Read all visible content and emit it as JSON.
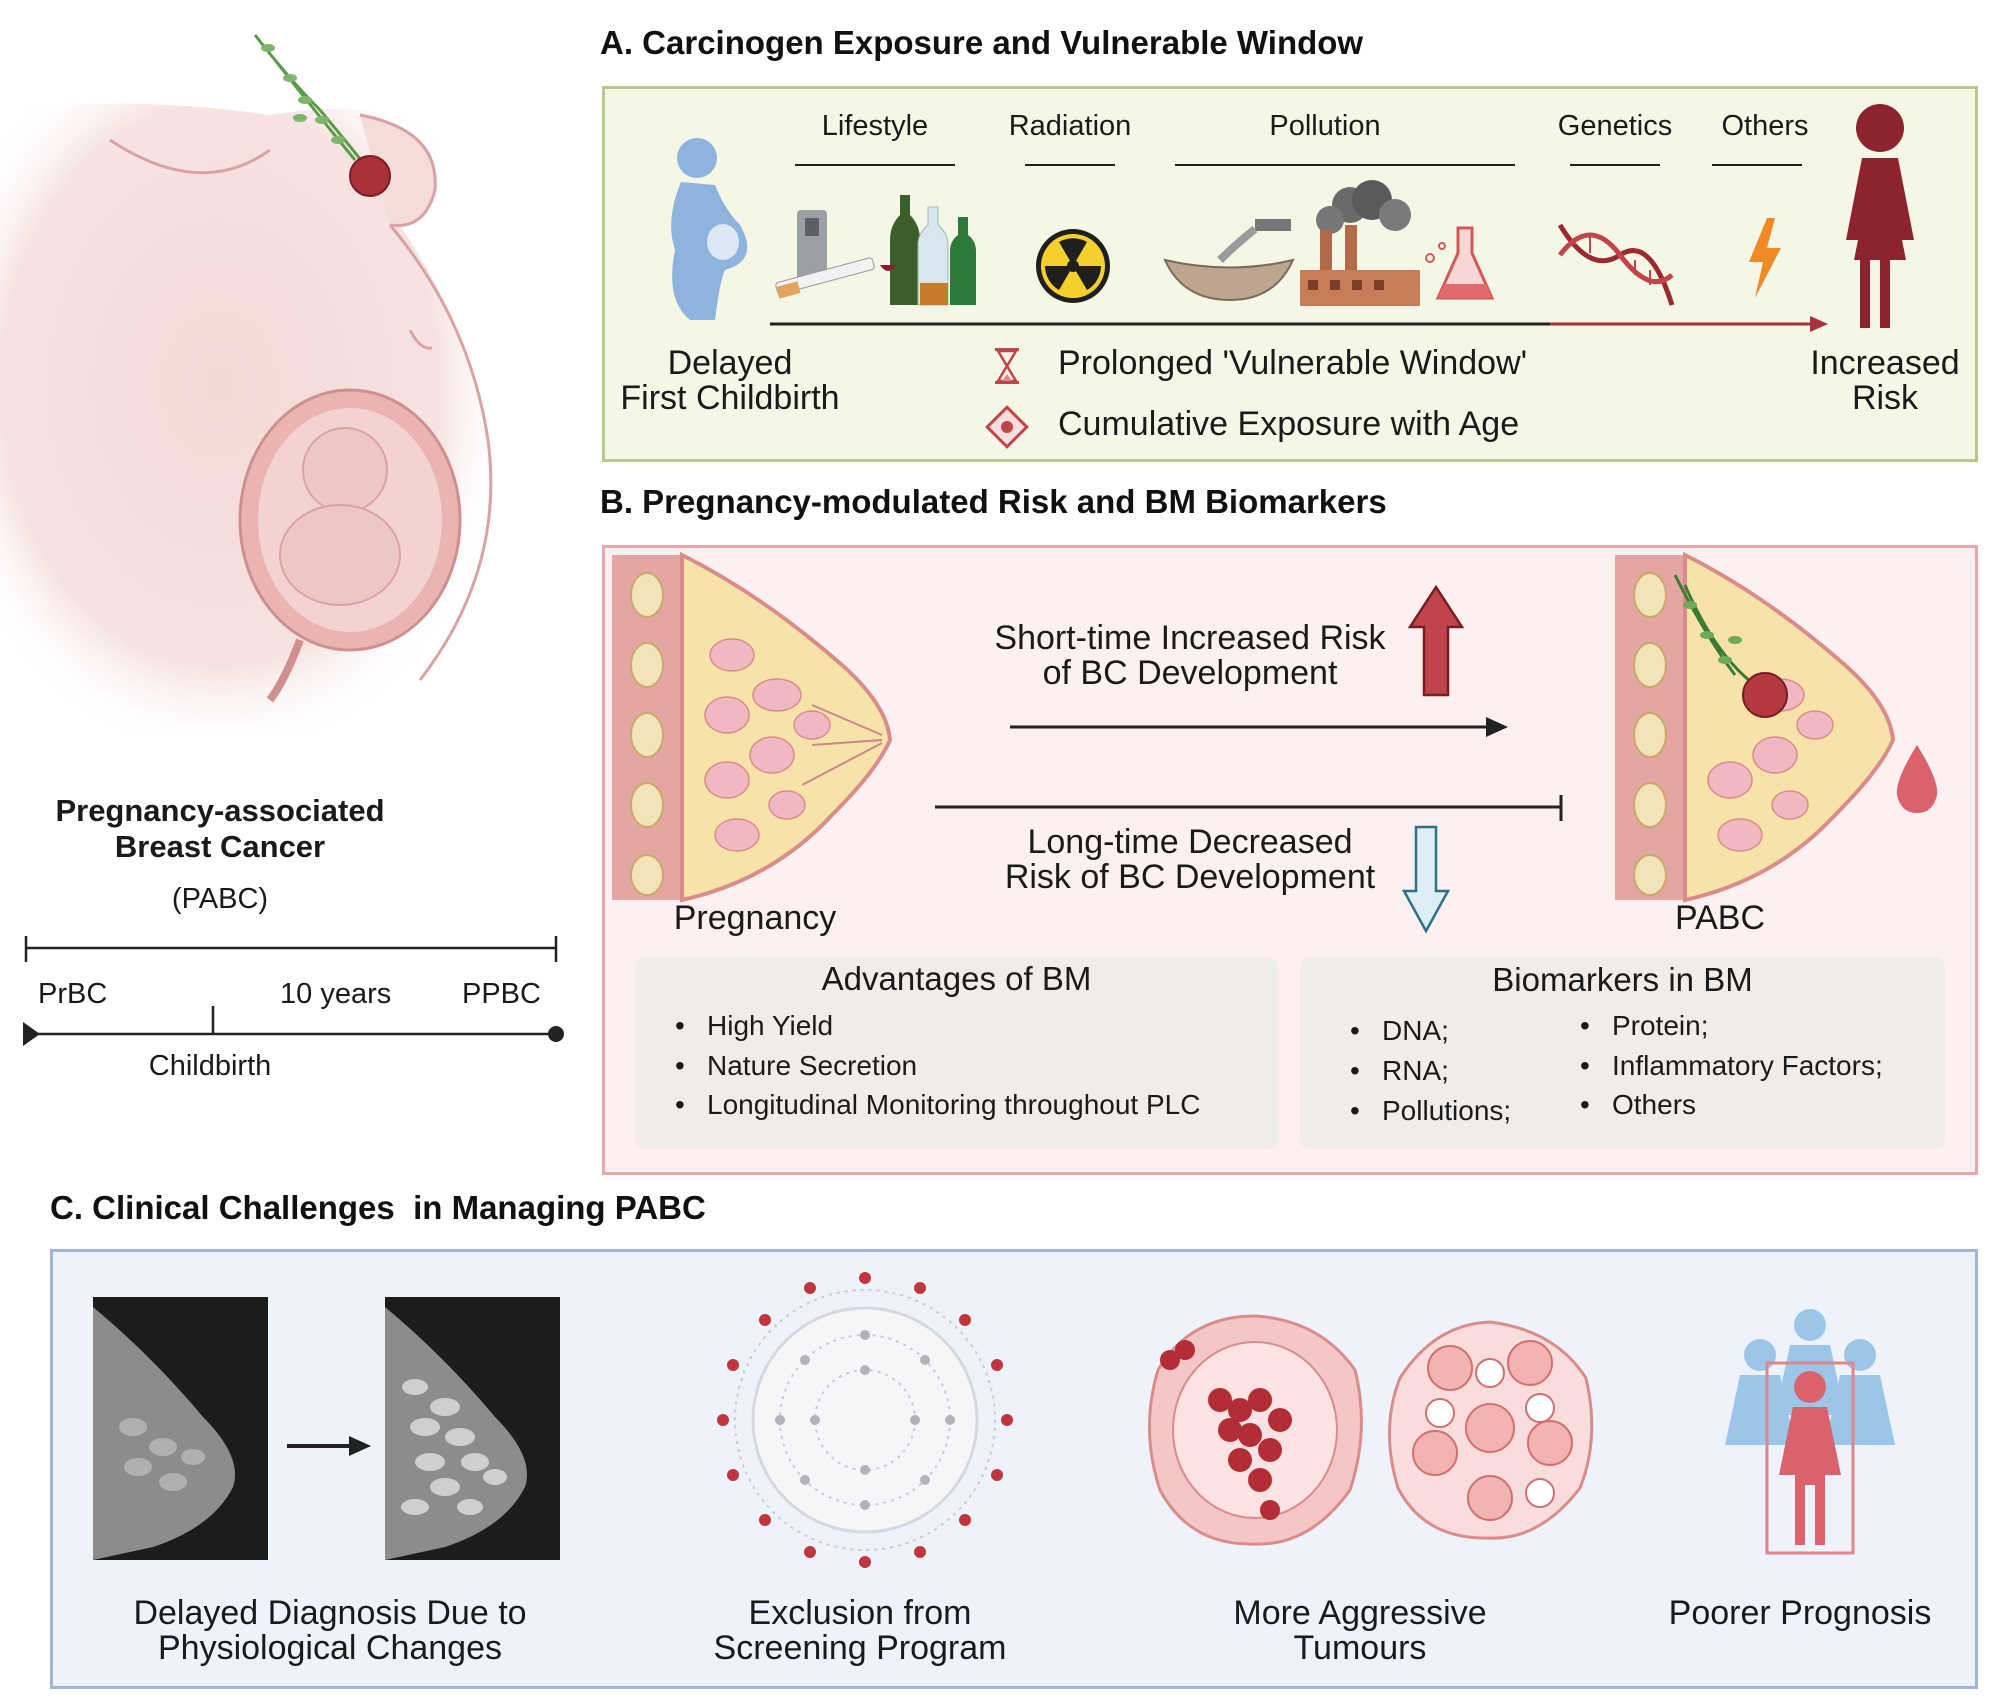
{
  "left": {
    "pabc_title_line1": "Pregnancy-associated",
    "pabc_title_line2": "Breast Cancer",
    "pabc_abbrev": "(PABC)",
    "timeline": {
      "start_label": "PrBC",
      "middle_label": "10 years",
      "end_label": "PPBC",
      "event_label": "Childbirth"
    }
  },
  "section_a": {
    "title": "A. Carcinogen Exposure and Vulnerable Window",
    "categories": [
      "Lifestyle",
      "Radiation",
      "Pollution",
      "Genetics",
      "Others"
    ],
    "start_label_line1": "Delayed",
    "start_label_line2": "First Childbirth",
    "end_label_line1": "Increased",
    "end_label_line2": "Risk",
    "legend": [
      {
        "icon": "hourglass-icon",
        "text": "Prolonged 'Vulnerable Window'"
      },
      {
        "icon": "hazard-diamond-icon",
        "text": "Cumulative Exposure with Age"
      }
    ],
    "colors": {
      "border": "#b9c98a",
      "background": "#f5f7e6",
      "risk": "#8e2330",
      "mother": "#8eb3dc"
    }
  },
  "section_b": {
    "title": "B. Pregnancy-modulated Risk and BM Biomarkers",
    "short_risk_line1": "Short-time Increased Risk",
    "short_risk_line2": "of BC Development",
    "long_risk_line1": "Long-time Decreased",
    "long_risk_line2": "Risk of BC Development",
    "left_label": "Pregnancy",
    "right_label": "PABC",
    "advantages": {
      "title": "Advantages of BM",
      "items": [
        "High Yield",
        "Nature Secretion",
        "Longitudinal Monitoring throughout PLC"
      ]
    },
    "biomarkers": {
      "title": "Biomarkers in BM",
      "col1": [
        "DNA;",
        "RNA;",
        "Pollutions;"
      ],
      "col2": [
        "Protein;",
        "Inflammatory Factors;",
        "Others"
      ]
    },
    "colors": {
      "border": "#e8a7a9",
      "background": "#fdf0f0"
    }
  },
  "section_c": {
    "title": "C. Clinical Challenges  in Managing PABC",
    "items": [
      {
        "line1": "Delayed Diagnosis Due to",
        "line2": "Physiological Changes"
      },
      {
        "line1": "Exclusion from",
        "line2": "Screening Program"
      },
      {
        "line1": "More Aggressive",
        "line2": "Tumours"
      },
      {
        "line1": "Poorer Prognosis",
        "line2": ""
      }
    ],
    "colors": {
      "border": "#9fb4d6",
      "background": "#eef3fb"
    }
  }
}
